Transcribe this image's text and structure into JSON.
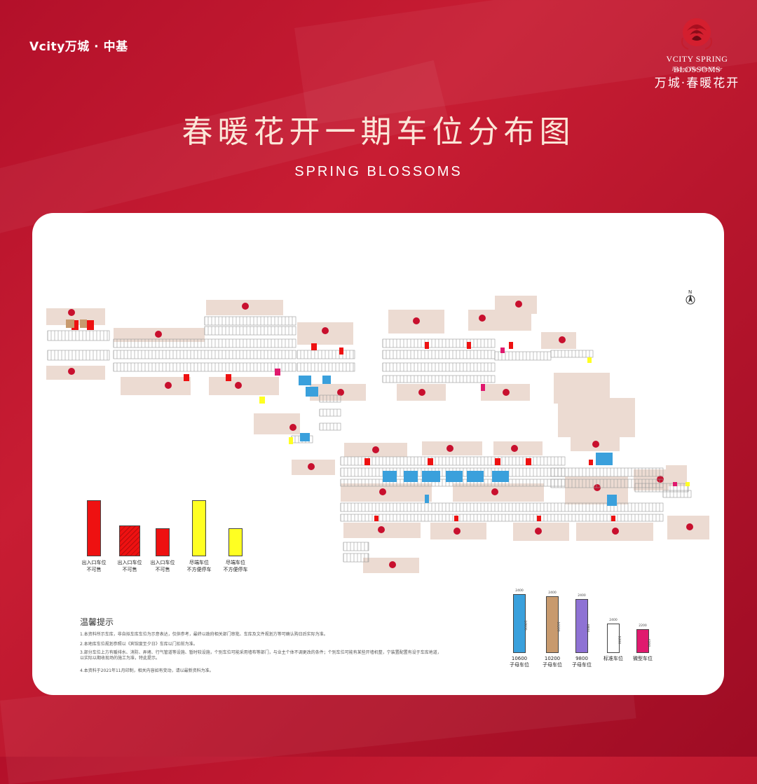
{
  "header": {
    "brand_text": "Vcity万城 · 中基",
    "logo_en": "VCITY SPRING BLOSSOMS",
    "logo_script": "Facing The Yibe River",
    "logo_cn": "万城·春暖花开"
  },
  "title": "春暖花开一期车位分布图",
  "subtitle": "SPRING BLOSSOMS",
  "colors": {
    "background": "#b8162d",
    "building": "#ecdbd2",
    "building_marker": "#c8102e",
    "exit_red": "#ee1111",
    "warning_yellow": "#ffff22",
    "blue_10600": "#3aa0dc",
    "brown_10200": "#c89a6e",
    "purple_9800": "#8e72d4",
    "standard_white": "#ffffff",
    "micro_pink": "#e0196e"
  },
  "legend_left": [
    {
      "label_1": "出入口车位",
      "label_2": "不可售",
      "level": 1.0,
      "color": "#ee1111",
      "hatched": false
    },
    {
      "label_1": "出入口车位",
      "label_2": "不可售",
      "level": 0.55,
      "color": "#ee1111",
      "hatched": true,
      "double": true
    },
    {
      "label_1": "出入口车位",
      "label_2": "不可售",
      "level": 0.5,
      "color": "#ee1111",
      "hatched": false
    },
    {
      "label_1": "尽端车位",
      "label_2": "不方便停车",
      "level": 1.0,
      "color": "#ffff22",
      "hatched": false
    },
    {
      "label_1": "尽端车位",
      "label_2": "不方便停车",
      "level": 0.5,
      "color": "#ffff22",
      "hatched": false
    }
  ],
  "notes": {
    "title": "温馨提示",
    "lines": [
      "1.本资料所示车库，非自拟车库车位为示意表达，仅供参考，最终以政府相关部门审批、车库及文件规划方等可确认购日后实际为准。",
      "2.本地库车位规划参照以《宾馆度至夕日》车库以门扣前为准。",
      "3.部分车位上方有暖排水、消防、弄堵、行气管道等设施、暂时较设施，个别车位可能采用墙布等部门，与业主个体不调更改的条件；个别车位可能有某些开墙机整，宁装置配置有设于车库地道，以实际以期收现场的施工为准，特此提示。",
      "4.本资料于2021年11月印制，相关内容如有变动，请以最新资料为准。"
    ]
  },
  "legend_right": [
    {
      "top": "2400",
      "side": "10600",
      "label_1": "10600",
      "label_2": "子母车位",
      "level": 1.0,
      "color": "#3aa0dc"
    },
    {
      "top": "2400",
      "side": "10200",
      "label_1": "10200",
      "label_2": "子母车位",
      "level": 0.96,
      "color": "#c89a6e"
    },
    {
      "top": "2400",
      "side": "9800",
      "label_1": "9800",
      "label_2": "子母车位",
      "level": 0.92,
      "color": "#8e72d4"
    },
    {
      "top": "2400",
      "side": "5300",
      "label_1": "",
      "label_2": "标准车位",
      "level": 0.5,
      "color": "#ffffff"
    },
    {
      "top": "2200",
      "side": "4300",
      "label_1": "",
      "label_2": "微型车位",
      "level": 0.4,
      "color": "#e0196e"
    }
  ],
  "compass_label": "N"
}
